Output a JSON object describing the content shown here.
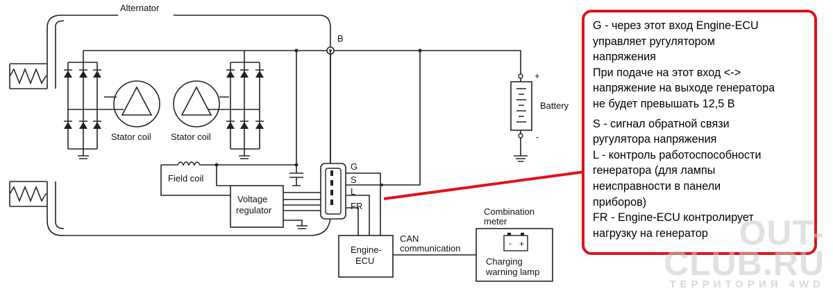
{
  "labels": {
    "alternator": "Alternator",
    "terminal_b": "B",
    "battery": "Battery",
    "battery_plus": "+",
    "battery_minus": "-",
    "stator_coil_1": "Stator coil",
    "stator_coil_2": "Stator coil",
    "field_coil": "Field coil",
    "voltage_regulator_line1": "Voltage",
    "voltage_regulator_line2": "regulator",
    "pin_g": "G",
    "pin_s": "S",
    "pin_l": "L",
    "pin_fr": "FR",
    "engine_ecu_line1": "Engine-",
    "engine_ecu_line2": "ECU",
    "can_line1": "CAN",
    "can_line2": "communication",
    "combination_meter_line1": "Combination",
    "combination_meter_line2": "meter",
    "charging_lamp_line1": "Charging",
    "charging_lamp_line2": "warning lamp",
    "lamp_minus": "-",
    "lamp_plus": "+"
  },
  "callout": {
    "paragraph1": "G - через этот вход Engine-ECU\nуправляет ругулятором\nнапряжения\nПри подаче на этот вход <->\nнапряжение на выходе генератора\nне будет превышать 12,5 В",
    "paragraph2": "S - сигнал обратной связи\nругулятора напряжения\nL - контроль работоспособности\nгенератора (для лампы\nнеисправности в панели\nприборов)\nFR - Engine-ECU контролирует\nнагрузку на генератор"
  },
  "watermark": {
    "main": "OUT-\nCLUB.RU",
    "sub": "ТЕРРИТОРИЯ 4WD"
  },
  "colors": {
    "callout_border": "#e0131a",
    "wiring": "#222222"
  }
}
